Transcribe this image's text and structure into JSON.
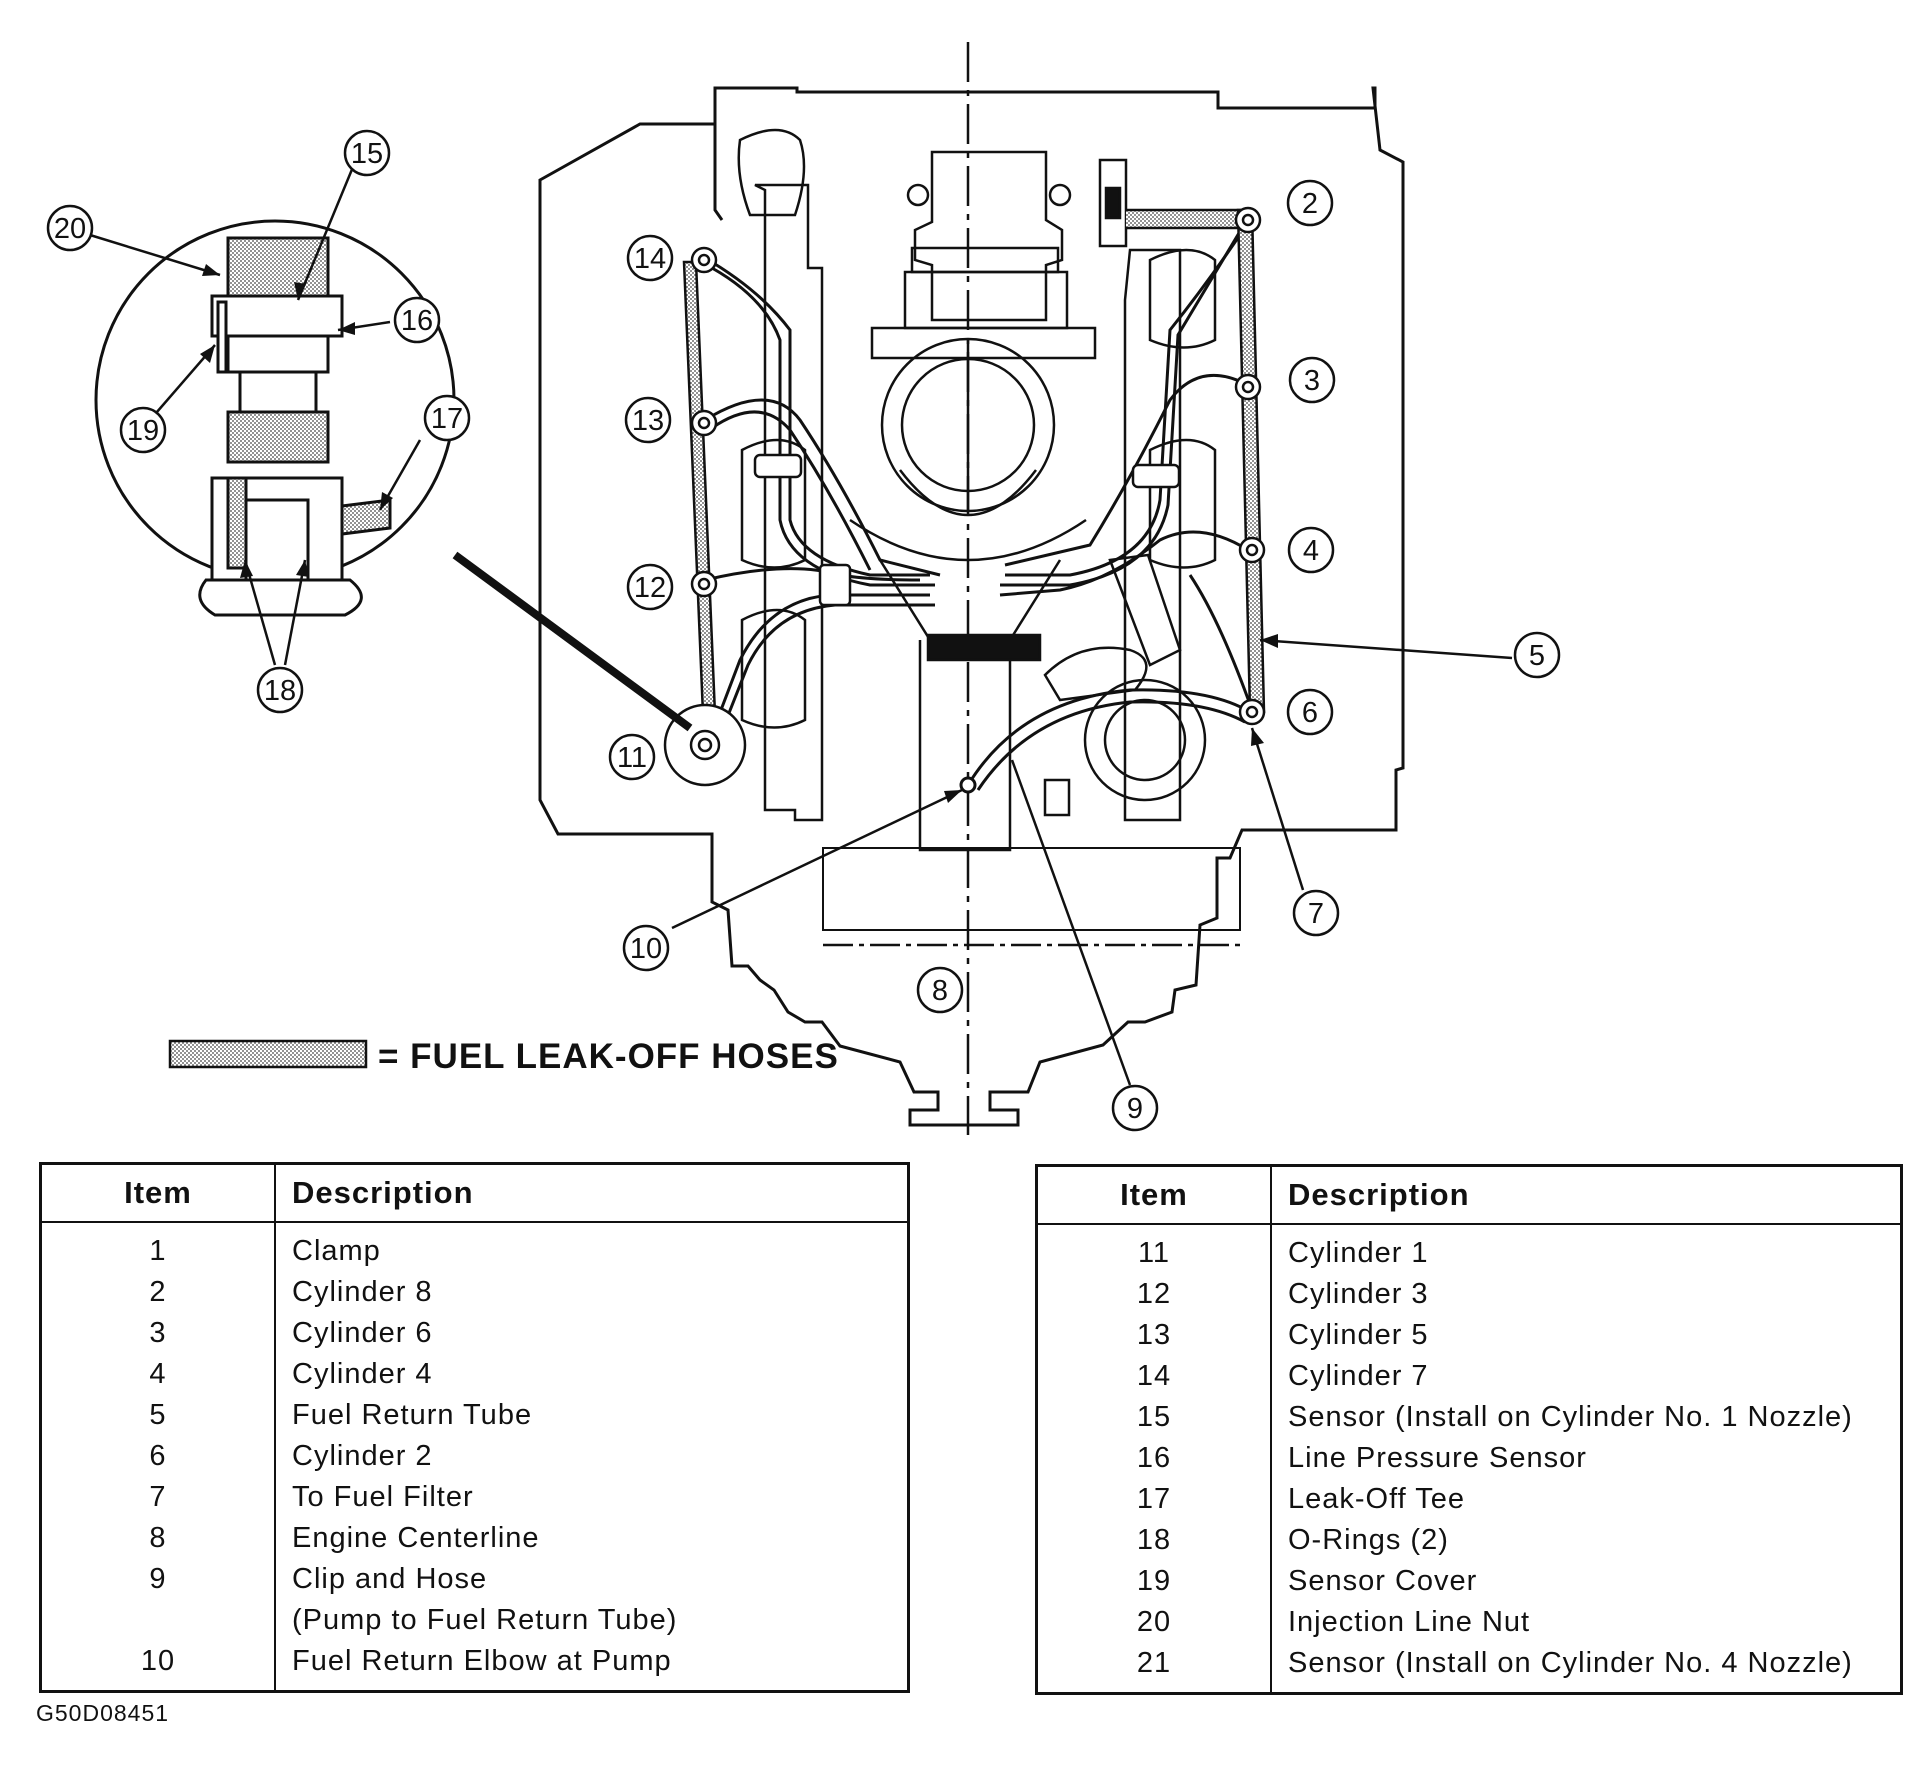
{
  "diagram": {
    "callouts": {
      "c2": "2",
      "c3": "3",
      "c4": "4",
      "c5": "5",
      "c6": "6",
      "c7": "7",
      "c8": "8",
      "c9": "9",
      "c10": "10",
      "c11": "11",
      "c12": "12",
      "c13": "13",
      "c14": "14",
      "c15": "15",
      "c16": "16",
      "c17": "17",
      "c18": "18",
      "c19": "19",
      "c20": "20"
    },
    "legend_text": "= FUEL LEAK-OFF HOSES"
  },
  "table_left": {
    "header": {
      "item": "Item",
      "description": "Description"
    },
    "rows": [
      {
        "item": "1",
        "description": "Clamp",
        "description_2": ""
      },
      {
        "item": "2",
        "description": "Cylinder 8",
        "description_2": ""
      },
      {
        "item": "3",
        "description": "Cylinder 6",
        "description_2": ""
      },
      {
        "item": "4",
        "description": "Cylinder 4",
        "description_2": ""
      },
      {
        "item": "5",
        "description": "Fuel Return Tube",
        "description_2": ""
      },
      {
        "item": "6",
        "description": "Cylinder 2",
        "description_2": ""
      },
      {
        "item": "7",
        "description": "To Fuel Filter",
        "description_2": ""
      },
      {
        "item": "8",
        "description": "Engine Centerline",
        "description_2": ""
      },
      {
        "item": "9",
        "description": "Clip and Hose",
        "description_2": "(Pump to Fuel Return Tube)"
      },
      {
        "item": "10",
        "description": "Fuel Return Elbow at Pump",
        "description_2": ""
      }
    ]
  },
  "table_right": {
    "header": {
      "item": "Item",
      "description": "Description"
    },
    "rows": [
      {
        "item": "11",
        "description": "Cylinder 1"
      },
      {
        "item": "12",
        "description": "Cylinder 3"
      },
      {
        "item": "13",
        "description": "Cylinder 5"
      },
      {
        "item": "14",
        "description": "Cylinder 7"
      },
      {
        "item": "15",
        "description": "Sensor (Install on Cylinder No. 1 Nozzle)"
      },
      {
        "item": "16",
        "description": "Line Pressure Sensor"
      },
      {
        "item": "17",
        "description": "Leak-Off Tee"
      },
      {
        "item": "18",
        "description": "O-Rings (2)"
      },
      {
        "item": "19",
        "description": "Sensor Cover"
      },
      {
        "item": "20",
        "description": "Injection Line Nut"
      },
      {
        "item": "21",
        "description": "Sensor (Install on Cylinder No. 4 Nozzle)"
      }
    ]
  },
  "figure_code": "G50D08451"
}
